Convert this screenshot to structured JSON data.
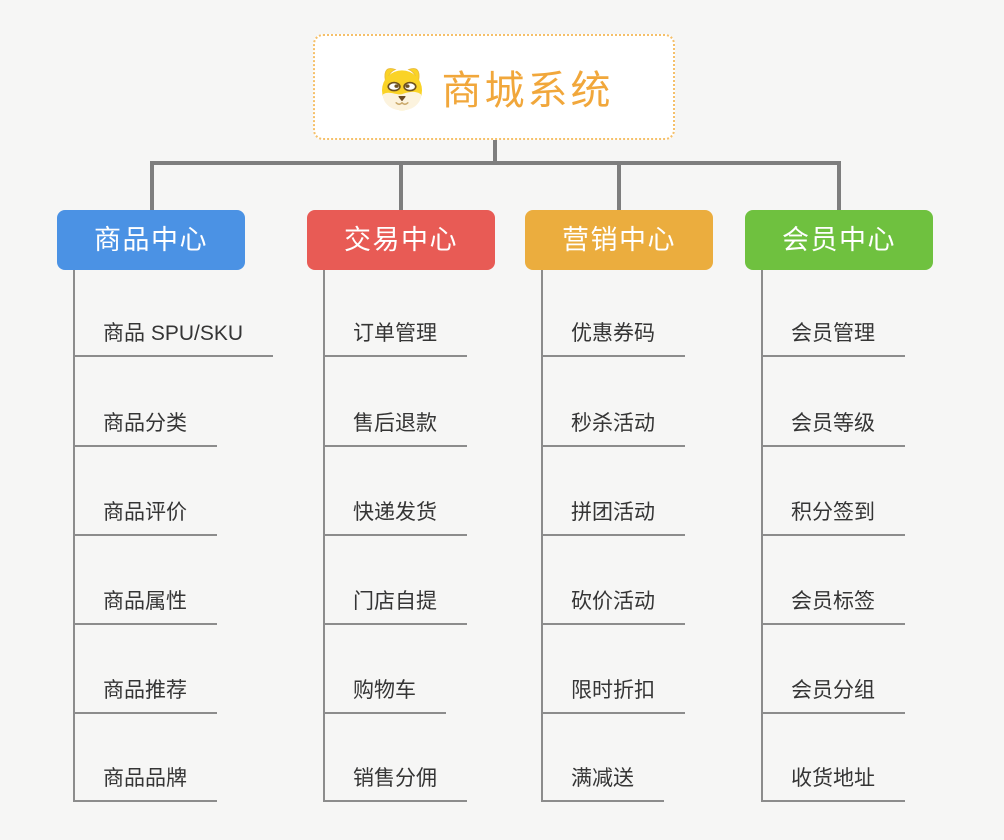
{
  "root": {
    "title": "商城系统",
    "icon": "dog-face-icon",
    "accent_color": "#F1A73B",
    "border_color": "#F5C06A"
  },
  "branches": [
    {
      "id": "product-center",
      "label": "商品中心",
      "color": "#4B92E4",
      "items": [
        "商品 SPU/SKU",
        "商品分类",
        "商品评价",
        "商品属性",
        "商品推荐",
        "商品品牌"
      ]
    },
    {
      "id": "trade-center",
      "label": "交易中心",
      "color": "#E85B55",
      "items": [
        "订单管理",
        "售后退款",
        "快递发货",
        "门店自提",
        "购物车",
        "销售分佣"
      ]
    },
    {
      "id": "marketing-center",
      "label": "营销中心",
      "color": "#EBAD3E",
      "items": [
        "优惠券码",
        "秒杀活动",
        "拼团活动",
        "砍价活动",
        "限时折扣",
        "满减送"
      ]
    },
    {
      "id": "member-center",
      "label": "会员中心",
      "color": "#6FC13F",
      "items": [
        "会员管理",
        "会员等级",
        "积分签到",
        "会员标签",
        "会员分组",
        "收货地址"
      ]
    }
  ],
  "connector_color": "#7E7E7E",
  "leaf_line_color": "#8C8C8C"
}
